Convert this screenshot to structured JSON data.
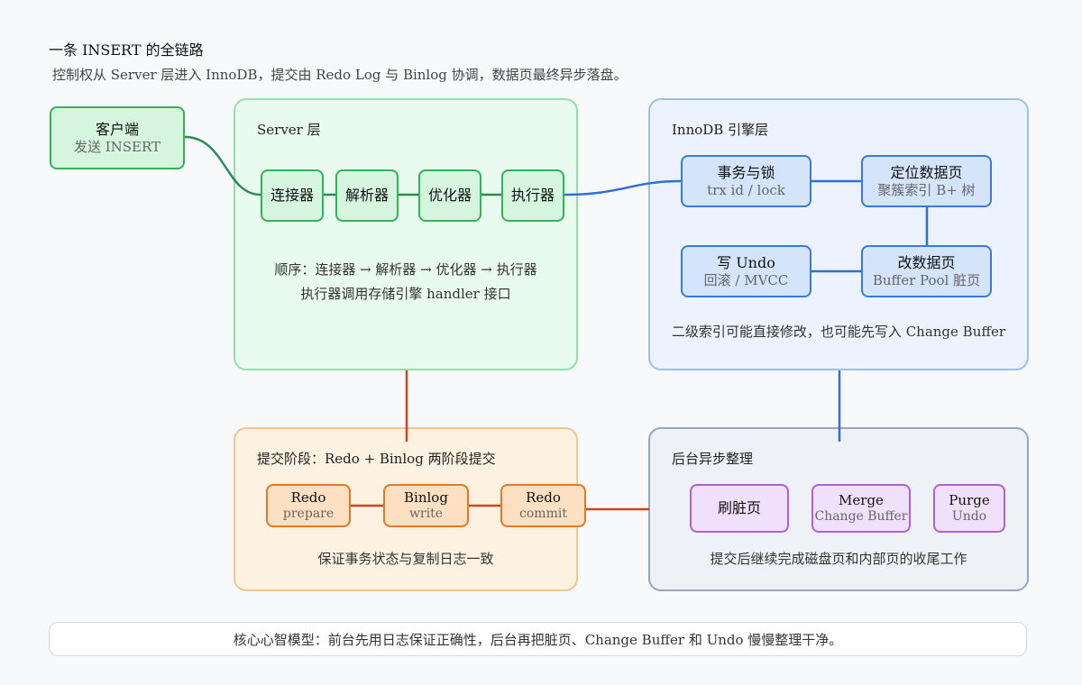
{
  "header": {
    "title": "一条 INSERT 的全链路",
    "subtitle": "控制权从 Server 层进入 InnoDB，提交由 Redo Log 与 Binlog 协调，数据页最终异步落盘。"
  },
  "client": {
    "line1": "客户端",
    "line2": "发送 INSERT"
  },
  "server": {
    "label": "Server 层",
    "nodes": [
      "连接器",
      "解析器",
      "优化器",
      "执行器"
    ],
    "note_line1": "顺序：连接器 → 解析器 → 优化器 → 执行器",
    "note_line2": "执行器调用存储引擎 handler 接口"
  },
  "innodb": {
    "label": "InnoDB 引擎层",
    "txn": {
      "line1": "事务与锁",
      "line2": "trx id / lock"
    },
    "locate": {
      "line1": "定位数据页",
      "line2": "聚簇索引 B+ 树"
    },
    "undo": {
      "line1": "写 Undo",
      "line2": "回滚 / MVCC"
    },
    "modify": {
      "line1": "改数据页",
      "line2": "Buffer Pool 脏页"
    },
    "note": "二级索引可能直接修改，也可能先写入 Change Buffer"
  },
  "commit": {
    "label": "提交阶段：Redo + Binlog 两阶段提交",
    "prepare": {
      "line1": "Redo",
      "line2": "prepare"
    },
    "binlog": {
      "line1": "Binlog",
      "line2": "write"
    },
    "redo_commit": {
      "line1": "Redo",
      "line2": "commit"
    },
    "note": "保证事务状态与复制日志一致"
  },
  "background": {
    "label": "后台异步整理",
    "flush": {
      "line1": "刷脏页"
    },
    "merge": {
      "line1": "Merge",
      "line2": "Change Buffer"
    },
    "purge": {
      "line1": "Purge",
      "line2": "Undo"
    },
    "note": "提交后继续完成磁盘页和内部页的收尾工作"
  },
  "footer": {
    "text": "核心心智模型：前台先用日志保证正确性，后台再把脏页、Change Buffer 和 Undo 慢慢整理干净。"
  },
  "colors": {
    "green_wire": "#2e8b57",
    "blue_wire": "#2f6fd6",
    "orange_wire": "#d2451b"
  }
}
